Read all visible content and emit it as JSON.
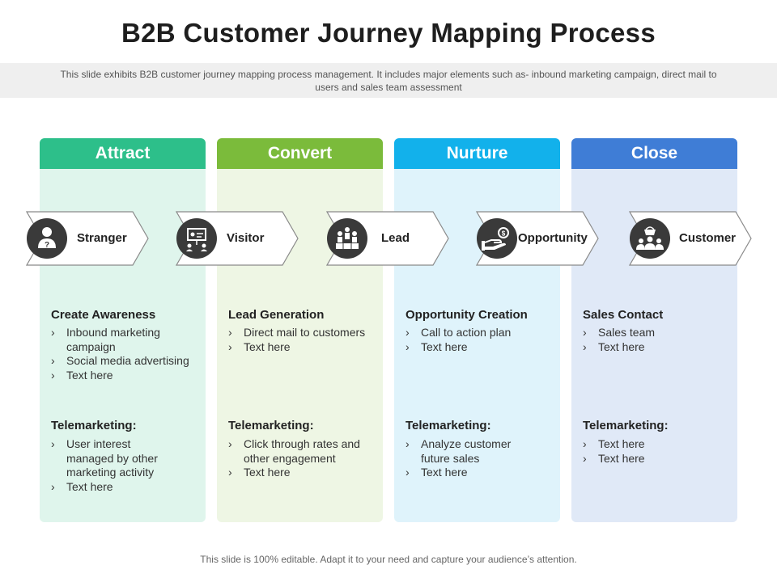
{
  "title": "B2B Customer Journey Mapping Process",
  "subtitle": "This slide exhibits B2B customer journey  mapping process management.  It includes major elements such as- inbound marketing campaign, direct mail to users and sales team assessment",
  "footer": "This slide is 100% editable. Adapt it to your need and capture your audience’s attention.",
  "colors": {
    "attract_header": "#2dbf8a",
    "attract_body": "#dff5ec",
    "convert_header": "#7bbb3b",
    "convert_body": "#eef6e4",
    "nurture_header": "#12b1eb",
    "nurture_body": "#dff3fb",
    "close_header": "#3f7dd6",
    "close_body": "#e0e9f7"
  },
  "columns": [
    {
      "header": "Attract",
      "section1_title": "Create Awareness",
      "section1_items": [
        "Inbound marketing campaign",
        "Social media advertising",
        "Text here"
      ],
      "section2_title": "Telemarketing:",
      "section2_items": [
        "User interest managed by other marketing activity",
        "Text here"
      ]
    },
    {
      "header": "Convert",
      "section1_title": "Lead Generation",
      "section1_items": [
        "Direct mail to customers",
        "Text here"
      ],
      "section2_title": "Telemarketing:",
      "section2_items": [
        "Click through rates and other engagement",
        "Text here"
      ]
    },
    {
      "header": "Nurture",
      "section1_title": "Opportunity Creation",
      "section1_items": [
        "Call to action plan",
        "Text here"
      ],
      "section2_title": "Telemarketing:",
      "section2_items": [
        "Analyze customer future sales",
        "Text here"
      ]
    },
    {
      "header": "Close",
      "section1_title": "Sales Contact",
      "section1_items": [
        "Sales team",
        "Text here"
      ],
      "section2_title": "Telemarketing:",
      "section2_items": [
        "Text here",
        "Text here"
      ]
    }
  ],
  "stages": [
    {
      "label": "Stranger",
      "icon": "question-person-icon"
    },
    {
      "label": "Visitor",
      "icon": "presentation-icon"
    },
    {
      "label": "Lead",
      "icon": "podium-people-icon"
    },
    {
      "label": "Opportunity",
      "icon": "hand-coin-icon"
    },
    {
      "label": "Customer",
      "icon": "customer-group-icon"
    }
  ]
}
